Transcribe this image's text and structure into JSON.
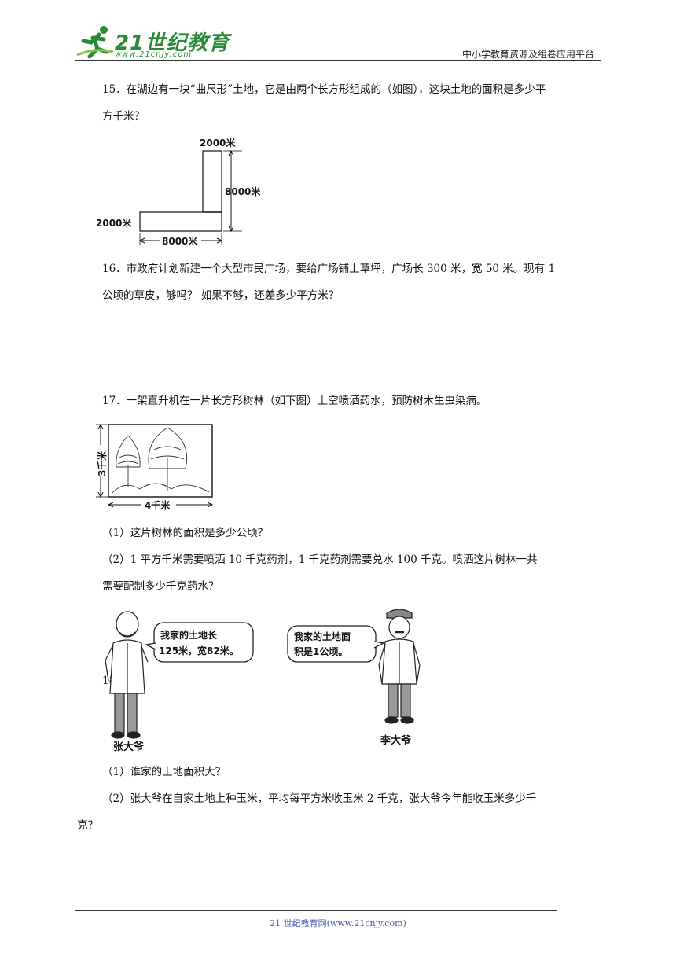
{
  "header": {
    "logo_text": "21世纪教育",
    "logo_url": "www.21cnjy.com",
    "right_text": "中小学教育资源及组卷应用平台"
  },
  "q15": {
    "line1": "15．在湖边有一块“曲尺形”土地，它是由两个长方形组成的（如图），这块土地的面积是多少平",
    "line2": "方千米？",
    "labels": {
      "top": "2000米",
      "right": "8000米",
      "left": "2000米",
      "bottom": "8000米"
    }
  },
  "q16": {
    "line1": "16．市政府计划新建一个大型市民广场，要给广场铺上草坪，广场长 300 米，宽 50 米。现有 1",
    "line2": "公顷的草皮，够吗？  如果不够，还差多少平方米？"
  },
  "q17": {
    "line1": "17．一架直升机在一片长方形树林（如下图）上空喷洒药水，预防树木生虫染病。",
    "labels": {
      "side": "3千米",
      "bottom": "4千米"
    },
    "sub1": "（1）这片树林的面积是多少公顷？",
    "sub2_line1": "（2）1 平方千米需要喷洒  10 千克药剂，1 千克药剂需要兑水  100  千克。喷洒这片树林一共",
    "sub2_line2": "需要配制多少千克药水？"
  },
  "q18": {
    "number": "18．",
    "bubble1_line1": "我家的土地长",
    "bubble1_line2": "125米，宽82米。",
    "bubble2_line1": "我家的土地面",
    "bubble2_line2": "积是1公顷。",
    "person1": "张大爷",
    "person2": "李大爷",
    "sub1": "（1）谁家的土地面积大？",
    "sub2_line1": "（2）张大爷在自家土地上种玉米，平均每平方米收玉米 2 千克，张大爷今年能收玉米多少千",
    "sub2_line2": "克？"
  },
  "footer": {
    "text": "21 世纪教育网(www.21cnjy.com)"
  }
}
